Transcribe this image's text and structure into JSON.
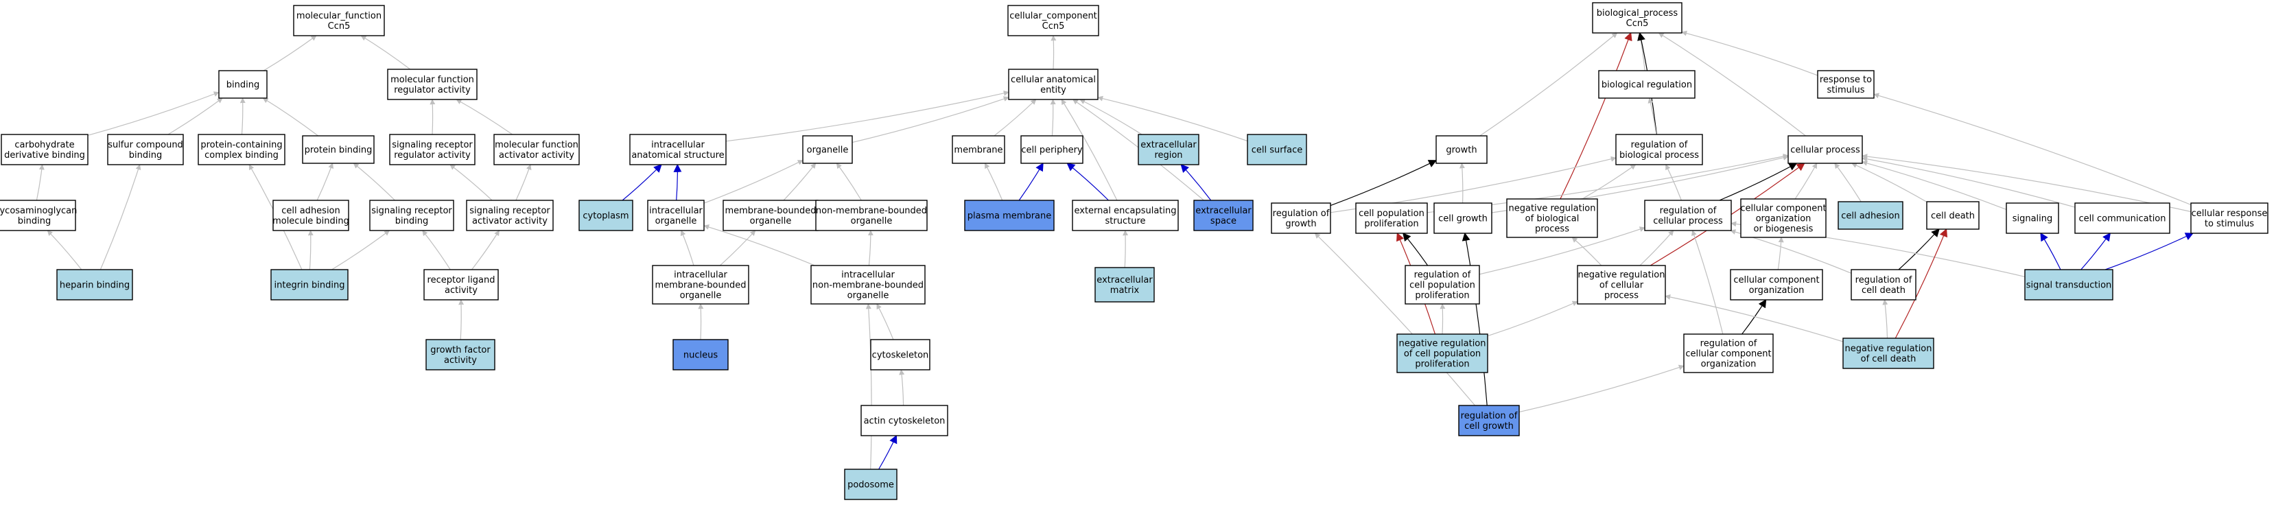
{
  "colors": {
    "plain": "#ffffff",
    "light": "#add8e6",
    "query": "#6495ed",
    "edge_is_a": "#bfbfbf",
    "edge_regulates": "#000000",
    "edge_neg_regulates": "#b22222",
    "edge_part_of": "#0000cd"
  },
  "nodes": [
    {
      "id": "mf",
      "lines": [
        "molecular_function",
        "Ccn5"
      ],
      "style": "plain"
    },
    {
      "id": "binding",
      "lines": [
        "binding"
      ],
      "style": "plain"
    },
    {
      "id": "mfra",
      "lines": [
        "molecular function",
        "regulator activity"
      ],
      "style": "plain"
    },
    {
      "id": "carb",
      "lines": [
        "carbohydrate",
        "derivative binding"
      ],
      "style": "plain"
    },
    {
      "id": "sulf",
      "lines": [
        "sulfur compound",
        "binding"
      ],
      "style": "plain"
    },
    {
      "id": "pccb",
      "lines": [
        "protein-containing",
        "complex binding"
      ],
      "style": "plain"
    },
    {
      "id": "protb",
      "lines": [
        "protein binding"
      ],
      "style": "plain"
    },
    {
      "id": "srra",
      "lines": [
        "signaling receptor",
        "regulator activity"
      ],
      "style": "plain"
    },
    {
      "id": "mfaa",
      "lines": [
        "molecular function",
        "activator activity"
      ],
      "style": "plain"
    },
    {
      "id": "glyco",
      "lines": [
        "glycosaminoglycan",
        "binding"
      ],
      "style": "plain"
    },
    {
      "id": "camb",
      "lines": [
        "cell adhesion",
        "molecule binding"
      ],
      "style": "plain"
    },
    {
      "id": "srb",
      "lines": [
        "signaling receptor",
        "binding"
      ],
      "style": "plain"
    },
    {
      "id": "sraa",
      "lines": [
        "signaling receptor",
        "activator activity"
      ],
      "style": "plain"
    },
    {
      "id": "hep",
      "lines": [
        "heparin binding"
      ],
      "style": "light"
    },
    {
      "id": "integ",
      "lines": [
        "integrin binding"
      ],
      "style": "light"
    },
    {
      "id": "rla",
      "lines": [
        "receptor ligand",
        "activity"
      ],
      "style": "plain"
    },
    {
      "id": "gfa",
      "lines": [
        "growth factor",
        "activity"
      ],
      "style": "light"
    },
    {
      "id": "cc",
      "lines": [
        "cellular_component",
        "Ccn5"
      ],
      "style": "plain"
    },
    {
      "id": "cae",
      "lines": [
        "cellular anatomical",
        "entity"
      ],
      "style": "plain"
    },
    {
      "id": "ias",
      "lines": [
        "intracellular",
        "anatomical structure"
      ],
      "style": "plain"
    },
    {
      "id": "org",
      "lines": [
        "organelle"
      ],
      "style": "plain"
    },
    {
      "id": "memb",
      "lines": [
        "membrane"
      ],
      "style": "plain"
    },
    {
      "id": "cperi",
      "lines": [
        "cell periphery"
      ],
      "style": "plain"
    },
    {
      "id": "excreg",
      "lines": [
        "extracellular",
        "region"
      ],
      "style": "light"
    },
    {
      "id": "csurf",
      "lines": [
        "cell surface"
      ],
      "style": "light"
    },
    {
      "id": "cyto",
      "lines": [
        "cytoplasm"
      ],
      "style": "light"
    },
    {
      "id": "icorg",
      "lines": [
        "intracellular",
        "organelle"
      ],
      "style": "plain"
    },
    {
      "id": "mbo",
      "lines": [
        "membrane-bounded",
        "organelle"
      ],
      "style": "plain"
    },
    {
      "id": "nmbo",
      "lines": [
        "non-membrane-bounded",
        "organelle"
      ],
      "style": "plain"
    },
    {
      "id": "pm",
      "lines": [
        "plasma membrane"
      ],
      "style": "query"
    },
    {
      "id": "ees",
      "lines": [
        "external encapsulating",
        "structure"
      ],
      "style": "plain"
    },
    {
      "id": "excsp",
      "lines": [
        "extracellular",
        "space"
      ],
      "style": "query"
    },
    {
      "id": "imbo",
      "lines": [
        "intracellular",
        "membrane-bounded",
        "organelle"
      ],
      "style": "plain"
    },
    {
      "id": "inmbo",
      "lines": [
        "intracellular",
        "non-membrane-bounded",
        "organelle"
      ],
      "style": "plain"
    },
    {
      "id": "ecm",
      "lines": [
        "extracellular",
        "matrix"
      ],
      "style": "light"
    },
    {
      "id": "nucl",
      "lines": [
        "nucleus"
      ],
      "style": "query"
    },
    {
      "id": "cytosk",
      "lines": [
        "cytoskeleton"
      ],
      "style": "plain"
    },
    {
      "id": "actin",
      "lines": [
        "actin cytoskeleton"
      ],
      "style": "plain"
    },
    {
      "id": "podo",
      "lines": [
        "podosome"
      ],
      "style": "light"
    },
    {
      "id": "bp",
      "lines": [
        "biological_process",
        "Ccn5"
      ],
      "style": "plain"
    },
    {
      "id": "breg",
      "lines": [
        "biological regulation"
      ],
      "style": "plain"
    },
    {
      "id": "rts",
      "lines": [
        "response to",
        "stimulus"
      ],
      "style": "plain"
    },
    {
      "id": "growth",
      "lines": [
        "growth"
      ],
      "style": "plain"
    },
    {
      "id": "rbp",
      "lines": [
        "regulation of",
        "biological process"
      ],
      "style": "plain"
    },
    {
      "id": "cproc",
      "lines": [
        "cellular process"
      ],
      "style": "plain"
    },
    {
      "id": "rgrowth",
      "lines": [
        "regulation of",
        "growth"
      ],
      "style": "plain"
    },
    {
      "id": "cpp",
      "lines": [
        "cell population",
        "proliferation"
      ],
      "style": "plain"
    },
    {
      "id": "cgrowth",
      "lines": [
        "cell growth"
      ],
      "style": "plain"
    },
    {
      "id": "nrbp",
      "lines": [
        "negative regulation",
        "of biological",
        "process"
      ],
      "style": "plain"
    },
    {
      "id": "rcp",
      "lines": [
        "regulation of",
        "cellular process"
      ],
      "style": "plain"
    },
    {
      "id": "ccob",
      "lines": [
        "cellular component",
        "organization",
        "or biogenesis"
      ],
      "style": "plain"
    },
    {
      "id": "cadh",
      "lines": [
        "cell adhesion"
      ],
      "style": "light"
    },
    {
      "id": "cdeath",
      "lines": [
        "cell death"
      ],
      "style": "plain"
    },
    {
      "id": "signal",
      "lines": [
        "signaling"
      ],
      "style": "plain"
    },
    {
      "id": "ccomm",
      "lines": [
        "cell communication"
      ],
      "style": "plain"
    },
    {
      "id": "crts",
      "lines": [
        "cellular response",
        "to stimulus"
      ],
      "style": "plain"
    },
    {
      "id": "rcpp",
      "lines": [
        "regulation of",
        "cell population",
        "proliferation"
      ],
      "style": "plain"
    },
    {
      "id": "nrcp",
      "lines": [
        "negative regulation",
        "of cellular",
        "process"
      ],
      "style": "plain"
    },
    {
      "id": "cco",
      "lines": [
        "cellular component",
        "organization"
      ],
      "style": "plain"
    },
    {
      "id": "rcd",
      "lines": [
        "regulation of",
        "cell death"
      ],
      "style": "plain"
    },
    {
      "id": "sigtr",
      "lines": [
        "signal transduction"
      ],
      "style": "light"
    },
    {
      "id": "nrcpp",
      "lines": [
        "negative regulation",
        "of cell population",
        "proliferation"
      ],
      "style": "light"
    },
    {
      "id": "rcco",
      "lines": [
        "regulation of",
        "cellular component",
        "organization"
      ],
      "style": "plain"
    },
    {
      "id": "nrcd",
      "lines": [
        "negative regulation",
        "of cell death"
      ],
      "style": "light"
    },
    {
      "id": "rcg",
      "lines": [
        "regulation of",
        "cell growth"
      ],
      "style": "query"
    }
  ],
  "edges": [
    {
      "from": "binding",
      "to": "mf",
      "type": "is_a"
    },
    {
      "from": "mfra",
      "to": "mf",
      "type": "is_a"
    },
    {
      "from": "carb",
      "to": "binding",
      "type": "is_a"
    },
    {
      "from": "sulf",
      "to": "binding",
      "type": "is_a"
    },
    {
      "from": "pccb",
      "to": "binding",
      "type": "is_a"
    },
    {
      "from": "protb",
      "to": "binding",
      "type": "is_a"
    },
    {
      "from": "srra",
      "to": "mfra",
      "type": "is_a"
    },
    {
      "from": "mfaa",
      "to": "mfra",
      "type": "is_a"
    },
    {
      "from": "glyco",
      "to": "carb",
      "type": "is_a"
    },
    {
      "from": "camb",
      "to": "protb",
      "type": "is_a"
    },
    {
      "from": "srb",
      "to": "protb",
      "type": "is_a"
    },
    {
      "from": "sraa",
      "to": "srra",
      "type": "is_a"
    },
    {
      "from": "sraa",
      "to": "mfaa",
      "type": "is_a"
    },
    {
      "from": "hep",
      "to": "glyco",
      "type": "is_a"
    },
    {
      "from": "hep",
      "to": "sulf",
      "type": "is_a"
    },
    {
      "from": "integ",
      "to": "camb",
      "type": "is_a"
    },
    {
      "from": "integ",
      "to": "srb",
      "type": "is_a"
    },
    {
      "from": "integ",
      "to": "pccb",
      "type": "is_a"
    },
    {
      "from": "rla",
      "to": "srb",
      "type": "is_a"
    },
    {
      "from": "rla",
      "to": "sraa",
      "type": "is_a"
    },
    {
      "from": "gfa",
      "to": "rla",
      "type": "is_a"
    },
    {
      "from": "cae",
      "to": "cc",
      "type": "is_a"
    },
    {
      "from": "ias",
      "to": "cae",
      "type": "is_a"
    },
    {
      "from": "org",
      "to": "cae",
      "type": "is_a"
    },
    {
      "from": "memb",
      "to": "cae",
      "type": "is_a"
    },
    {
      "from": "cperi",
      "to": "cae",
      "type": "is_a"
    },
    {
      "from": "excreg",
      "to": "cae",
      "type": "is_a"
    },
    {
      "from": "csurf",
      "to": "cae",
      "type": "is_a"
    },
    {
      "from": "cyto",
      "to": "ias",
      "type": "part_of"
    },
    {
      "from": "icorg",
      "to": "ias",
      "type": "part_of"
    },
    {
      "from": "icorg",
      "to": "org",
      "type": "is_a"
    },
    {
      "from": "mbo",
      "to": "org",
      "type": "is_a"
    },
    {
      "from": "nmbo",
      "to": "org",
      "type": "is_a"
    },
    {
      "from": "pm",
      "to": "memb",
      "type": "is_a"
    },
    {
      "from": "pm",
      "to": "cperi",
      "type": "part_of"
    },
    {
      "from": "ees",
      "to": "cperi",
      "type": "part_of"
    },
    {
      "from": "ees",
      "to": "cae",
      "type": "is_a"
    },
    {
      "from": "excsp",
      "to": "excreg",
      "type": "part_of"
    },
    {
      "from": "excsp",
      "to": "cae",
      "type": "is_a"
    },
    {
      "from": "imbo",
      "to": "icorg",
      "type": "is_a"
    },
    {
      "from": "imbo",
      "to": "mbo",
      "type": "is_a"
    },
    {
      "from": "inmbo",
      "to": "icorg",
      "type": "is_a"
    },
    {
      "from": "inmbo",
      "to": "nmbo",
      "type": "is_a"
    },
    {
      "from": "ecm",
      "to": "ees",
      "type": "is_a"
    },
    {
      "from": "nucl",
      "to": "imbo",
      "type": "is_a"
    },
    {
      "from": "cytosk",
      "to": "inmbo",
      "type": "is_a"
    },
    {
      "from": "actin",
      "to": "cytosk",
      "type": "is_a"
    },
    {
      "from": "podo",
      "to": "actin",
      "type": "part_of"
    },
    {
      "from": "podo",
      "to": "inmbo",
      "type": "is_a"
    },
    {
      "from": "breg",
      "to": "bp",
      "type": "is_a"
    },
    {
      "from": "rts",
      "to": "bp",
      "type": "is_a"
    },
    {
      "from": "growth",
      "to": "bp",
      "type": "is_a"
    },
    {
      "from": "rbp",
      "to": "bp",
      "type": "regulates"
    },
    {
      "from": "rbp",
      "to": "breg",
      "type": "is_a"
    },
    {
      "from": "cproc",
      "to": "bp",
      "type": "is_a"
    },
    {
      "from": "nrbp",
      "to": "bp",
      "type": "neg_regulates"
    },
    {
      "from": "nrbp",
      "to": "rbp",
      "type": "is_a"
    },
    {
      "from": "rgrowth",
      "to": "growth",
      "type": "regulates"
    },
    {
      "from": "rgrowth",
      "to": "rbp",
      "type": "is_a"
    },
    {
      "from": "cpp",
      "to": "cproc",
      "type": "is_a"
    },
    {
      "from": "cgrowth",
      "to": "growth",
      "type": "is_a"
    },
    {
      "from": "cgrowth",
      "to": "cproc",
      "type": "is_a"
    },
    {
      "from": "rcp",
      "to": "cproc",
      "type": "regulates"
    },
    {
      "from": "rcp",
      "to": "rbp",
      "type": "is_a"
    },
    {
      "from": "ccob",
      "to": "cproc",
      "type": "is_a"
    },
    {
      "from": "cadh",
      "to": "cproc",
      "type": "is_a"
    },
    {
      "from": "cdeath",
      "to": "cproc",
      "type": "is_a"
    },
    {
      "from": "signal",
      "to": "cproc",
      "type": "is_a"
    },
    {
      "from": "ccomm",
      "to": "cproc",
      "type": "is_a"
    },
    {
      "from": "crts",
      "to": "cproc",
      "type": "is_a"
    },
    {
      "from": "crts",
      "to": "rts",
      "type": "is_a"
    },
    {
      "from": "rcpp",
      "to": "cpp",
      "type": "regulates"
    },
    {
      "from": "rcpp",
      "to": "rcp",
      "type": "is_a"
    },
    {
      "from": "nrcp",
      "to": "cproc",
      "type": "neg_regulates"
    },
    {
      "from": "nrcp",
      "to": "rcp",
      "type": "is_a"
    },
    {
      "from": "nrcp",
      "to": "nrbp",
      "type": "is_a"
    },
    {
      "from": "cco",
      "to": "ccob",
      "type": "is_a"
    },
    {
      "from": "rcd",
      "to": "cdeath",
      "type": "regulates"
    },
    {
      "from": "rcd",
      "to": "rcp",
      "type": "is_a"
    },
    {
      "from": "sigtr",
      "to": "signal",
      "type": "part_of"
    },
    {
      "from": "sigtr",
      "to": "ccomm",
      "type": "part_of"
    },
    {
      "from": "sigtr",
      "to": "crts",
      "type": "part_of"
    },
    {
      "from": "sigtr",
      "to": "rcp",
      "type": "is_a"
    },
    {
      "from": "nrcpp",
      "to": "cpp",
      "type": "neg_regulates"
    },
    {
      "from": "nrcpp",
      "to": "rcpp",
      "type": "is_a"
    },
    {
      "from": "nrcpp",
      "to": "nrcp",
      "type": "is_a"
    },
    {
      "from": "rcco",
      "to": "cco",
      "type": "regulates"
    },
    {
      "from": "rcco",
      "to": "rcp",
      "type": "is_a"
    },
    {
      "from": "nrcd",
      "to": "cdeath",
      "type": "neg_regulates"
    },
    {
      "from": "nrcd",
      "to": "rcd",
      "type": "is_a"
    },
    {
      "from": "nrcd",
      "to": "nrcp",
      "type": "is_a"
    },
    {
      "from": "rcg",
      "to": "cgrowth",
      "type": "regulates"
    },
    {
      "from": "rcg",
      "to": "rgrowth",
      "type": "is_a"
    },
    {
      "from": "rcg",
      "to": "rcco",
      "type": "is_a"
    }
  ]
}
